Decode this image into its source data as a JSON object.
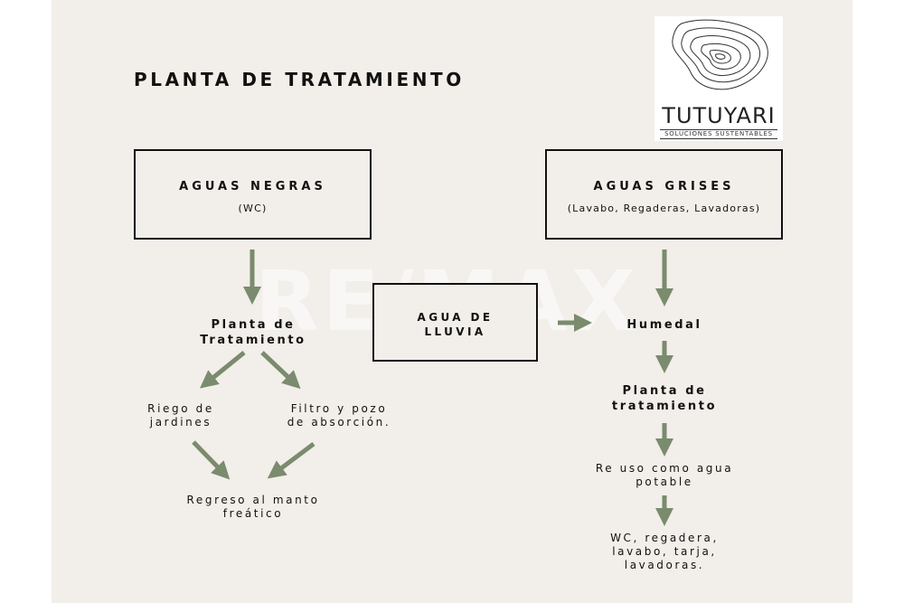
{
  "title": "PLANTA DE TRATAMIENTO",
  "logo": {
    "name": "TUTUYARI",
    "tagline": "SOLUCIONES SUSTENTABLES"
  },
  "watermark": "RE/MAX",
  "colors": {
    "background": "#f2eee9",
    "arrow": "#7a8b6e",
    "text": "#111111"
  },
  "left": {
    "box_title": "AGUAS NEGRAS",
    "box_sub": "(WC)",
    "plant_line1": "Planta de",
    "plant_line2": "Tratamiento",
    "riego_line1": "Riego de",
    "riego_line2": "jardines",
    "filtro_line1": "Filtro y pozo",
    "filtro_line2": "de absorción.",
    "regreso_line1": "Regreso al manto",
    "regreso_line2": "freático"
  },
  "center": {
    "line1": "AGUA DE",
    "line2": "LLUVIA"
  },
  "right": {
    "box_title": "AGUAS GRISES",
    "box_sub": "(Lavabo, Regaderas, Lavadoras)",
    "humedal": "Humedal",
    "plant_line1": "Planta de",
    "plant_line2": "tratamiento",
    "reuso_line1": "Re uso como agua",
    "reuso_line2": "potable",
    "final_line1": "WC, regadera,",
    "final_line2": "lavabo, tarja,",
    "final_line3": "lavadoras."
  }
}
